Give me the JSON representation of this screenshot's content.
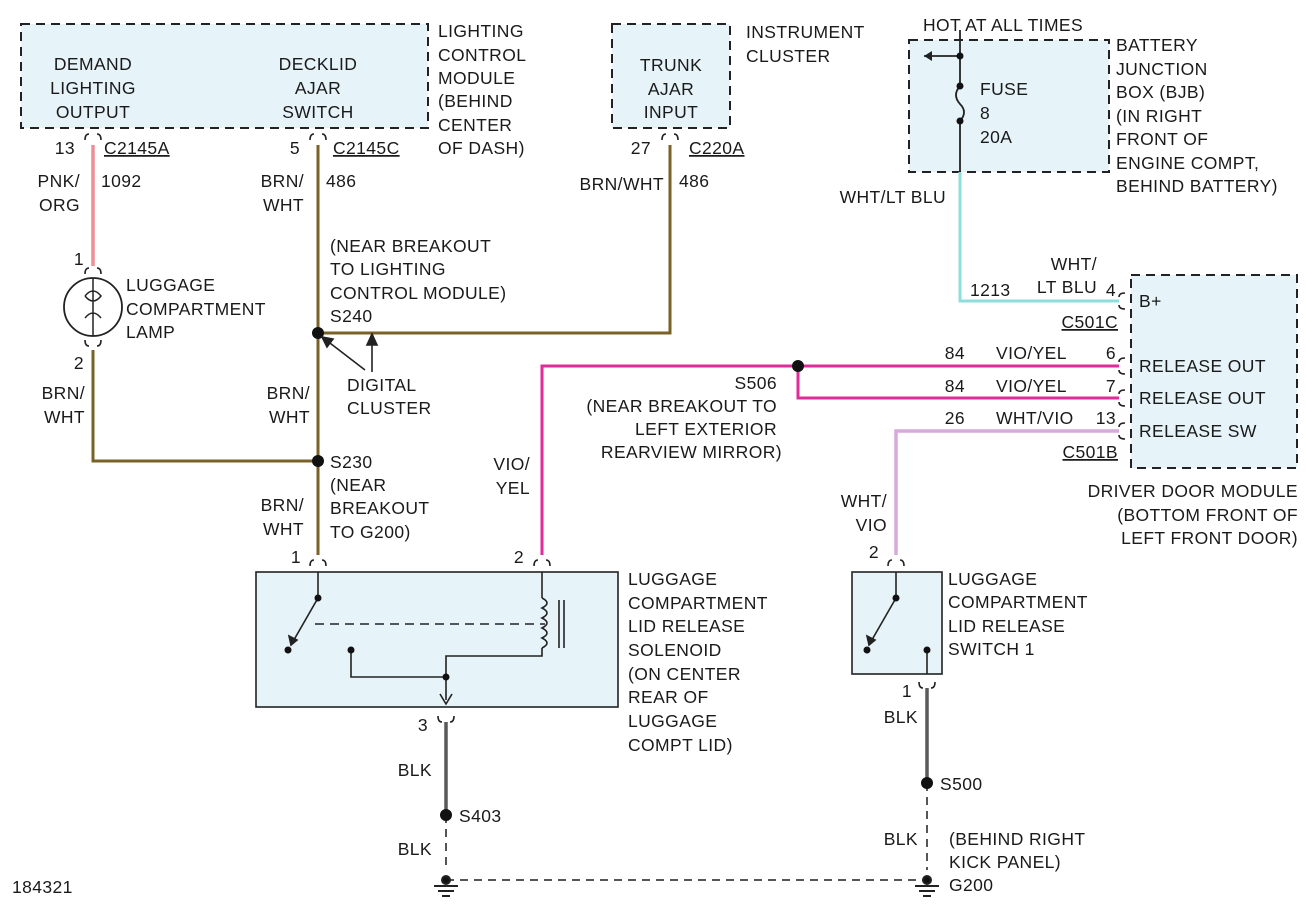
{
  "modules": {
    "lcm": {
      "left_label": [
        "DEMAND",
        "LIGHTING",
        "OUTPUT"
      ],
      "right_label": [
        "DECKLID",
        "AJAR",
        "SWITCH"
      ],
      "name": [
        "LIGHTING",
        "CONTROL",
        "MODULE",
        "(BEHIND",
        "CENTER",
        "OF DASH)"
      ]
    },
    "ic": {
      "label": [
        "TRUNK",
        "AJAR",
        "INPUT"
      ],
      "name": [
        "INSTRUMENT",
        "CLUSTER"
      ]
    },
    "bjb": {
      "hot": "HOT AT ALL TIMES",
      "fuse": [
        "FUSE",
        "8",
        "20A"
      ],
      "name": [
        "BATTERY",
        "JUNCTION",
        "BOX (BJB)",
        "(IN RIGHT",
        "FRONT OF",
        "ENGINE COMPT,",
        "BEHIND BATTERY)"
      ]
    },
    "ddm": {
      "pins": [
        "B+",
        "RELEASE OUT",
        "RELEASE OUT",
        "RELEASE SW"
      ],
      "name": [
        "DRIVER DOOR MODULE",
        "(BOTTOM FRONT OF",
        "LEFT FRONT DOOR)"
      ]
    },
    "solenoid": {
      "name": [
        "LUGGAGE",
        "COMPARTMENT",
        "LID RELEASE",
        "SOLENOID",
        "(ON CENTER",
        "REAR OF",
        "LUGGAGE",
        "COMPT LID)"
      ]
    },
    "switch": {
      "name": [
        "LUGGAGE",
        "COMPARTMENT",
        "LID RELEASE",
        "SWITCH 1"
      ]
    },
    "lamp": {
      "name": [
        "LUGGAGE",
        "COMPARTMENT",
        "LAMP"
      ]
    }
  },
  "connectors": {
    "c2145a": "C2145A",
    "c2145c": "C2145C",
    "c220a": "C220A",
    "c501c": "C501C",
    "c501b": "C501B"
  },
  "pins": {
    "lcm13": "13",
    "lcm5": "5",
    "ic27": "27",
    "lamp1": "1",
    "lamp2": "2",
    "ddm4": "4",
    "ddm6": "6",
    "ddm7": "7",
    "ddm13": "13",
    "sol1": "1",
    "sol2": "2",
    "sol3": "3",
    "sw2": "2",
    "sw1": "1"
  },
  "wires": {
    "pnk_org": [
      "PNK/",
      "ORG"
    ],
    "c1092": "1092",
    "brn_wht_a": [
      "BRN/",
      "WHT"
    ],
    "c486a": "486",
    "brn_wht_b": "BRN/WHT",
    "c486b": "486",
    "wht_ltblu": "WHT/LT BLU",
    "wht_ltblu2": [
      "WHT/",
      "LT BLU"
    ],
    "c1213": "1213",
    "c84a": "84",
    "vio_yel_a": "VIO/YEL",
    "c84b": "84",
    "vio_yel_b": "VIO/YEL",
    "c26": "26",
    "wht_vio": "WHT/VIO",
    "brn_wht_lamp": [
      "BRN/",
      "WHT"
    ],
    "brn_wht_mid": [
      "BRN/",
      "WHT"
    ],
    "brn_wht_low": [
      "BRN/",
      "WHT"
    ],
    "vio_yel_c": [
      "VIO/",
      "YEL"
    ],
    "wht_vio2": [
      "WHT/",
      "VIO"
    ],
    "blk_a": "BLK",
    "blk_b": "BLK",
    "blk_c": "BLK",
    "blk_d": "BLK"
  },
  "splices": {
    "s240": [
      "(NEAR BREAKOUT",
      "TO LIGHTING",
      "CONTROL MODULE)",
      "S240"
    ],
    "digital": [
      "DIGITAL",
      "CLUSTER"
    ],
    "s506": [
      "S506",
      "(NEAR BREAKOUT TO",
      "LEFT EXTERIOR",
      "REARVIEW MIRROR)"
    ],
    "s230": [
      "S230",
      "(NEAR",
      "BREAKOUT",
      "TO G200)"
    ],
    "s403": "S403",
    "s500": "S500",
    "g200": [
      "(BEHIND RIGHT",
      "KICK PANEL)",
      "G200"
    ]
  },
  "figure_id": "184321"
}
